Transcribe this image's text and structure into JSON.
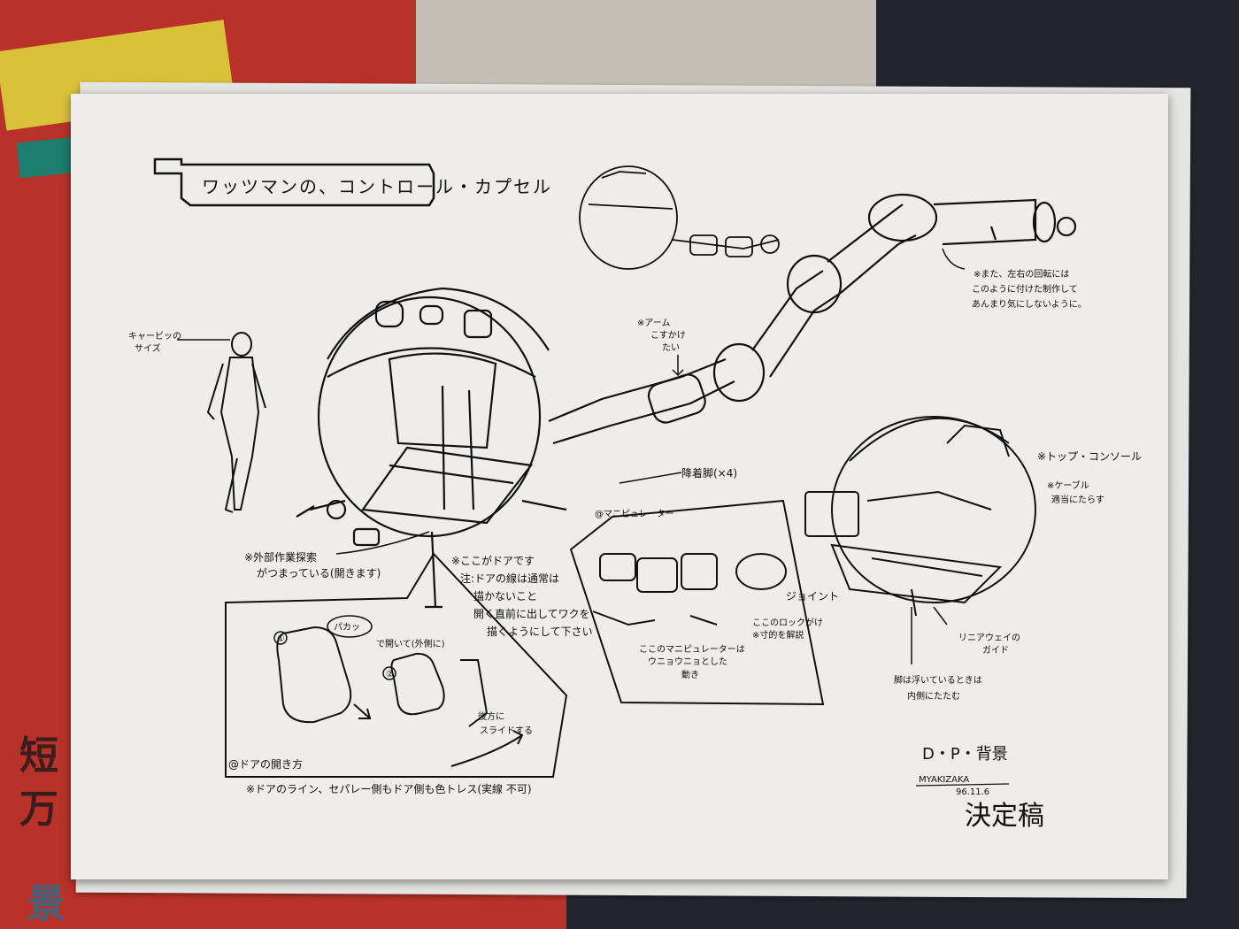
{
  "sheet": {
    "title": "ワッツマンの、コントロール・カプセル",
    "notes": {
      "scale": [
        "キャービッの",
        "サイズ"
      ],
      "arm_rotation": [
        "※アーム",
        "こすかけ",
        "たい"
      ],
      "top_right": [
        "※また、左右の回転には",
        "このように付けた制作して",
        "あんまり気にしないように。"
      ],
      "landing_legs": "降着脚(×4)",
      "manipulator_label": "@マニピュレーター",
      "top_console": "※トップ・コンソール",
      "cable": [
        "※ケーブル",
        "適当にたらす"
      ],
      "joint": "ジョイント",
      "outer_sensor": [
        "※外部作業探索",
        "がつまっている(開きます)"
      ],
      "door_note": [
        "※ここがドアです",
        "注:ドアの線は通常は",
        "描かないこと",
        "開く直前に出してワクを",
        "描くようにして下さい"
      ],
      "lock_note": [
        "ここのロックがけ",
        "※寸的を解説"
      ],
      "manipulator_note": [
        "ここのマニピュレーターは",
        "ウニョウニョとした",
        "動き"
      ],
      "inner_guide": [
        "リニアウェイの",
        "ガイド"
      ],
      "legs_fold": [
        "脚は浮いているときは",
        "内側にたたむ"
      ],
      "door_step1_bubble": "パカッ",
      "door_step1": "で開いて(外側に)",
      "door_step2": [
        "後方に",
        "スライドする"
      ],
      "door_how": "@ドアの開き方",
      "bottom_note": "※ドアのライン、セパレー側もドア側も色トレス(実線 不可)",
      "step_numbers": [
        "①",
        "②"
      ]
    },
    "signature": {
      "studio": "D・P・背景",
      "name": "MYAKIZAKA",
      "date": "96.11.6",
      "final": "決定稿"
    }
  },
  "colors": {
    "paper": "#eeedeb",
    "ink": "#111111",
    "background_red": "#b8322a",
    "background_dark": "#24242e"
  }
}
